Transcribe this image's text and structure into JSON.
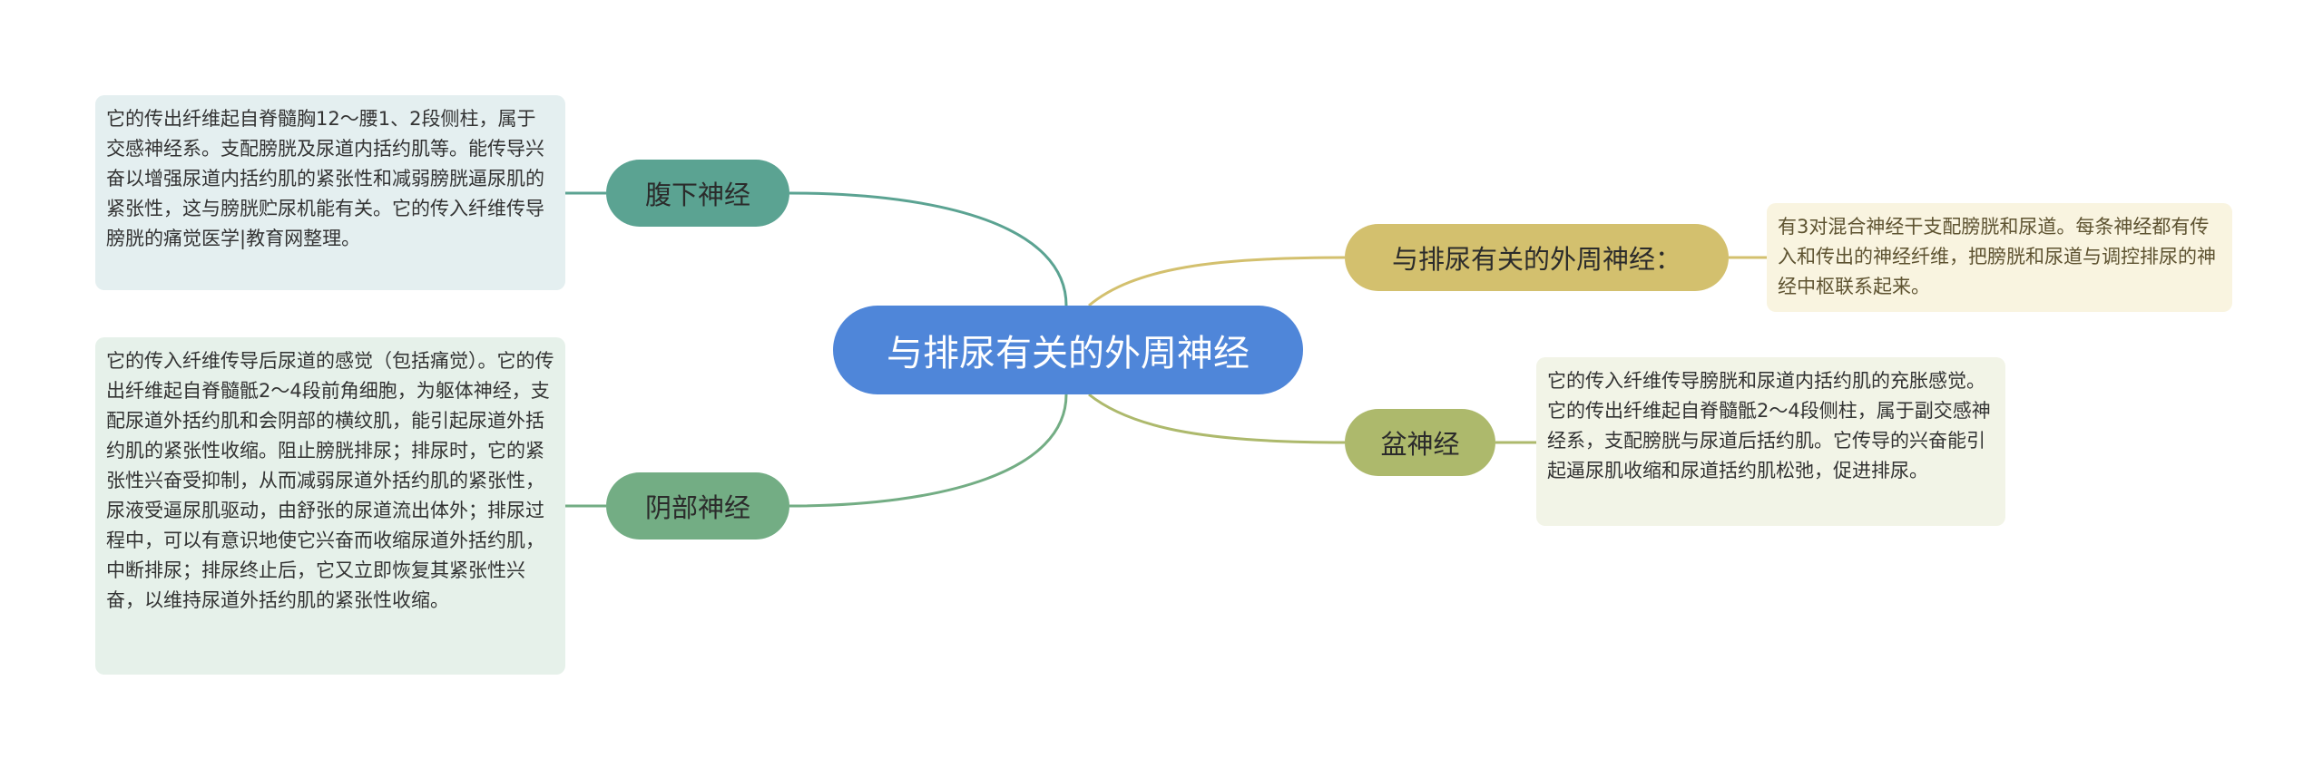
{
  "root": {
    "label": "与排尿有关的外周神经"
  },
  "branches": [
    {
      "label": "腹下神经",
      "detail": "它的传出纤维起自脊髓胸12～腰1、2段侧柱，属于交感神经系。支配膀胱及尿道内括约肌等。能传导兴奋以增强尿道内括约肌的紧张性和减弱膀胱逼尿肌的紧张性，这与膀胱贮尿机能有关。它的传入纤维传导膀胱的痛觉医学|教育网整理。"
    },
    {
      "label": "阴部神经",
      "detail": "它的传入纤维传导后尿道的感觉（包括痛觉）。它的传出纤维起自脊髓骶2～4段前角细胞，为躯体神经，支配尿道外括约肌和会阴部的横纹肌，能引起尿道外括约肌的紧张性收缩。阻止膀胱排尿；排尿时，它的紧张性兴奋受抑制，从而减弱尿道外括约肌的紧张性，尿液受逼尿肌驱动，由舒张的尿道流出体外；排尿过程中，可以有意识地使它兴奋而收缩尿道外括约肌，中断排尿；排尿终止后，它又立即恢复其紧张性兴奋，以维持尿道外括约肌的紧张性收缩。"
    },
    {
      "label": "与排尿有关的外周神经：",
      "detail": "有3对混合神经干支配膀胱和尿道。每条神经都有传入和传出的神经纤维，把膀胱和尿道与调控排尿的神经中枢联系起来。"
    },
    {
      "label": "盆神经",
      "detail": "它的传入纤维传导膀胱和尿道内括约肌的充胀感觉。它的传出纤维起自脊髓骶2～4段侧柱，属于副交感神经系，支配膀胱与尿道后括约肌。它传导的兴奋能引起逼尿肌收缩和尿道括约肌松弛，促进排尿。"
    }
  ],
  "colors": {
    "root": "#4f86d9",
    "branch_1": "#5ba392",
    "branch_2": "#73ad84",
    "branch_3": "#d3c06e",
    "branch_4": "#adb96c"
  }
}
